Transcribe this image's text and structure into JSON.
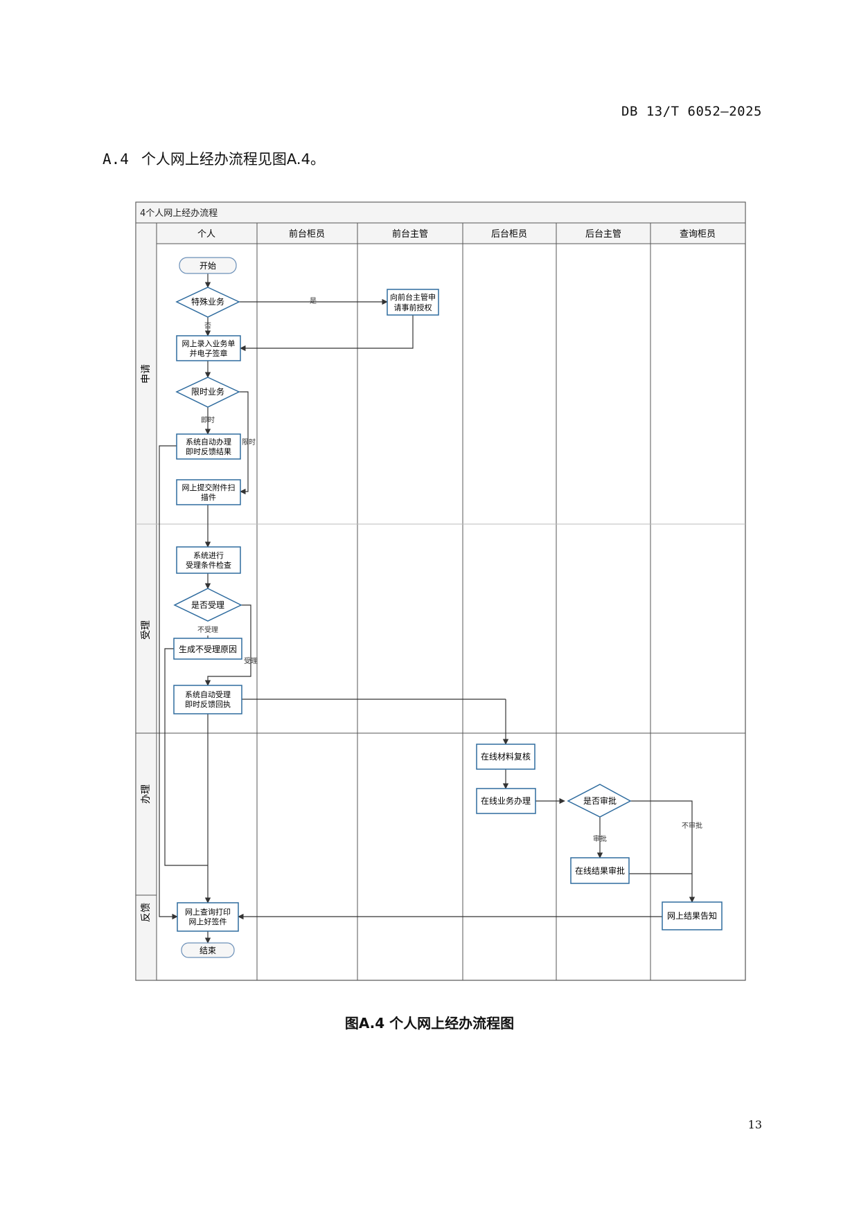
{
  "header": {
    "doc_code": "DB 13/T 6052—2025"
  },
  "section": {
    "number": "A.4",
    "title": "个人网上经办流程见图A.4。"
  },
  "diagram": {
    "title": "4个人网上经办流程",
    "lanes": [
      "个人",
      "前台柜员",
      "前台主管",
      "后台柜员",
      "后台主管",
      "查询柜员"
    ],
    "phases": [
      "申请",
      "受理",
      "办理",
      "反馈"
    ],
    "nodes": {
      "start": "开始",
      "special": "特殊业务",
      "authorize": [
        "向前台主管申",
        "请事前授权"
      ],
      "entry": [
        "网上录入业务单",
        "并电子签章"
      ],
      "timed": "限时业务",
      "auto_handle": [
        "系统自动办理",
        "即时反馈结果"
      ],
      "submit": [
        "网上提交附件扫",
        "描件"
      ],
      "check": [
        "系统进行",
        "受理条件检查"
      ],
      "accept_q": "是否受理",
      "reject_reason": "生成不受理原因",
      "auto_accept": [
        "系统自动受理",
        "即时反馈回执"
      ],
      "review": "在线材料复核",
      "process": "在线业务办理",
      "approve_q": "是否审批",
      "approve": "在线结果审批",
      "query_print": [
        "网上查询打印",
        "网上好签件"
      ],
      "notify": "网上结果告知",
      "end": "结束"
    },
    "edge_labels": {
      "yes": "是",
      "no": "否",
      "instant": "即时",
      "limited": "限时",
      "not_accept": "不受理",
      "accept": "受理",
      "approve": "审批",
      "not_approve": "不审批"
    }
  },
  "figure_caption": "图A.4  个人网上经办流程图",
  "page_number": "13"
}
